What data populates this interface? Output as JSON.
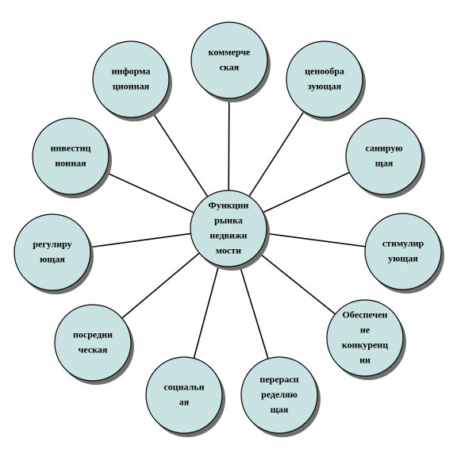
{
  "diagram": {
    "center": {
      "lines": [
        "Функции",
        "рынка",
        "недвижи",
        "мости"
      ]
    },
    "nodes": [
      {
        "id": "commercial",
        "lines": [
          "коммерче",
          "ская"
        ]
      },
      {
        "id": "price-forming",
        "lines": [
          "ценообра",
          "зующая"
        ]
      },
      {
        "id": "sanitizing",
        "lines": [
          "санирую",
          "щая"
        ]
      },
      {
        "id": "stimulating",
        "lines": [
          "стимулир",
          "ующая"
        ]
      },
      {
        "id": "competition",
        "lines": [
          "Обеспечен",
          "не",
          "конкуренц",
          "ии"
        ]
      },
      {
        "id": "redistributing",
        "lines": [
          "перерасп",
          "ределяю",
          "щая"
        ]
      },
      {
        "id": "social",
        "lines": [
          "социальн",
          "ая"
        ]
      },
      {
        "id": "intermediary",
        "lines": [
          "посредни",
          "ческая"
        ]
      },
      {
        "id": "regulating",
        "lines": [
          "регулиру",
          "ющая"
        ]
      },
      {
        "id": "investment",
        "lines": [
          "инвестиц",
          "ионная"
        ]
      },
      {
        "id": "informational",
        "lines": [
          "информа",
          "ционная"
        ]
      }
    ],
    "colors": {
      "fill": "#c9e2e2",
      "stroke": "#000000",
      "shadow": "#6f6f6f"
    }
  }
}
